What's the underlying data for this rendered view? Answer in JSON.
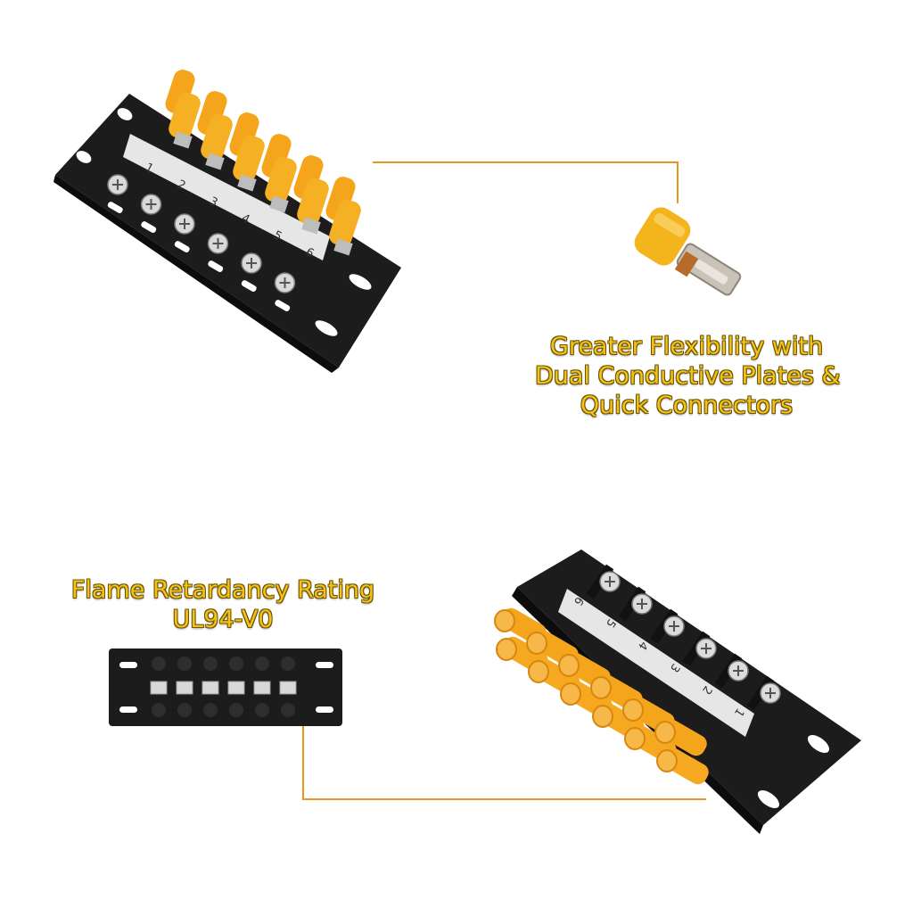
{
  "colors": {
    "accent_line": "#e8961e",
    "caption_fill": "#f2c21a",
    "caption_stroke": "#6b5300",
    "terminal_body": "#1c1c1c",
    "connector_orange": "#f4a51c"
  },
  "top_block": {
    "position_labels": [
      "1",
      "2",
      "3",
      "4",
      "5",
      "6"
    ]
  },
  "bottom_block": {
    "position_labels": [
      "6",
      "5",
      "4",
      "3",
      "2",
      "1"
    ]
  },
  "callouts": [
    {
      "lines": [
        "Greater Flexibility with",
        "Dual Conductive Plates &",
        "Quick Connectors"
      ]
    },
    {
      "lines": [
        "Flame Retardancy Rating",
        "UL94-V0"
      ]
    }
  ]
}
